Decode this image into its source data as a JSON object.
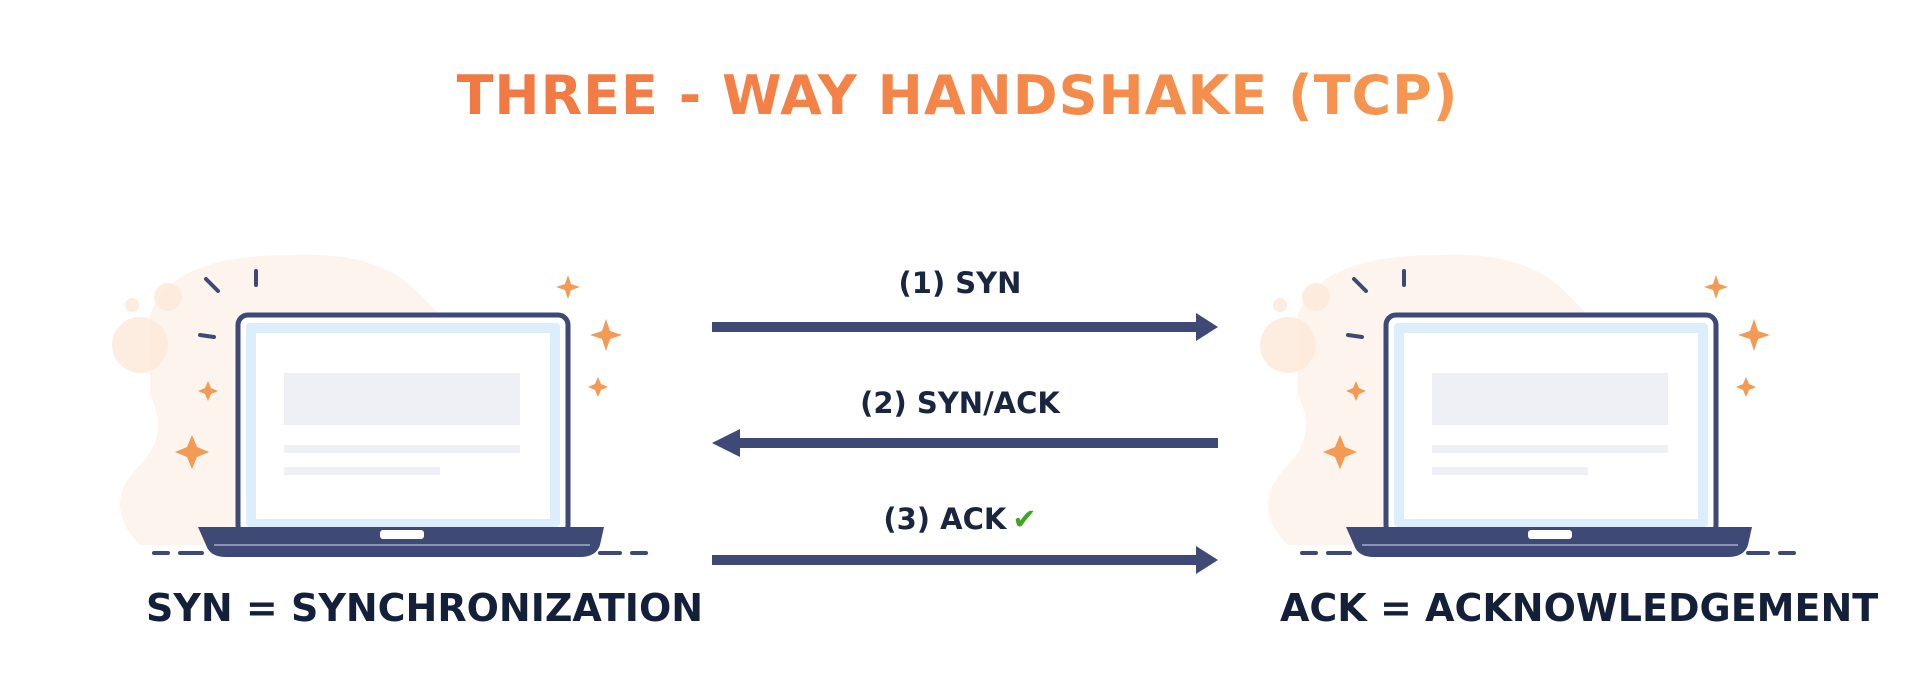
{
  "title": "THREE - WAY HANDSHAKE (TCP)",
  "messages": [
    {
      "label": "(1) SYN",
      "direction": "right"
    },
    {
      "label": "(2) SYN/ACK",
      "direction": "left"
    },
    {
      "label": "(3) ACK",
      "direction": "right",
      "check": "✔"
    }
  ],
  "legend": {
    "left": "SYN = SYNCHRONIZATION",
    "right": "ACK = ACKNOWLEDGEMENT"
  },
  "colors": {
    "title_start": "#f06a3e",
    "title_end": "#f7a85a",
    "arrow": "#3e4a75",
    "laptop_frame": "#3e4a75",
    "screen": "#dceefb",
    "sparkle": "#f39a55",
    "check": "#3fa61f"
  },
  "icons": {
    "left": "laptop-icon",
    "right": "laptop-icon",
    "check": "checkmark-icon"
  }
}
